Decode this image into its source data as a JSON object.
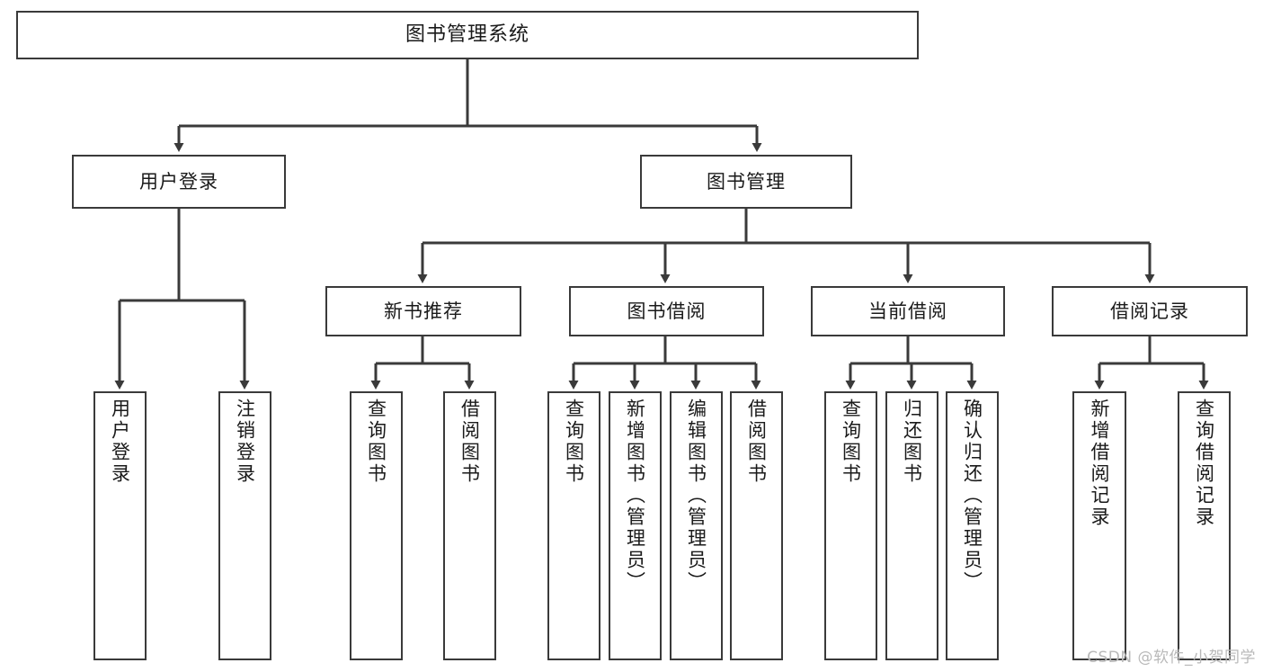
{
  "diagram": {
    "type": "tree",
    "title": "图书管理系统",
    "watermark": "CSDN @软件_小贺同学",
    "colors": {
      "box_border": "#3a3a3a",
      "box_fill": "#ffffff",
      "line": "#3a3a3a",
      "text": "#1a1a1a",
      "watermark": "#b9b9b9"
    },
    "nodes": {
      "root": {
        "label": "图书管理系统"
      },
      "level2": [
        {
          "label": "用户登录"
        },
        {
          "label": "图书管理"
        }
      ],
      "level3": [
        {
          "label": "新书推荐"
        },
        {
          "label": "图书借阅"
        },
        {
          "label": "当前借阅"
        },
        {
          "label": "借阅记录"
        }
      ],
      "leaves_user_login": [
        {
          "label": "用户登录"
        },
        {
          "label": "注销登录"
        }
      ],
      "leaves_new_book": [
        {
          "label": "查询图书"
        },
        {
          "label": "借阅图书"
        }
      ],
      "leaves_borrow": [
        {
          "label": "查询图书"
        },
        {
          "label": "新增图书（管理员）"
        },
        {
          "label": "编辑图书（管理员）"
        },
        {
          "label": "借阅图书"
        }
      ],
      "leaves_current": [
        {
          "label": "查询图书"
        },
        {
          "label": "归还图书"
        },
        {
          "label": "确认归还（管理员）"
        }
      ],
      "leaves_records": [
        {
          "label": "新增借阅记录"
        },
        {
          "label": "查询借阅记录"
        }
      ]
    }
  }
}
